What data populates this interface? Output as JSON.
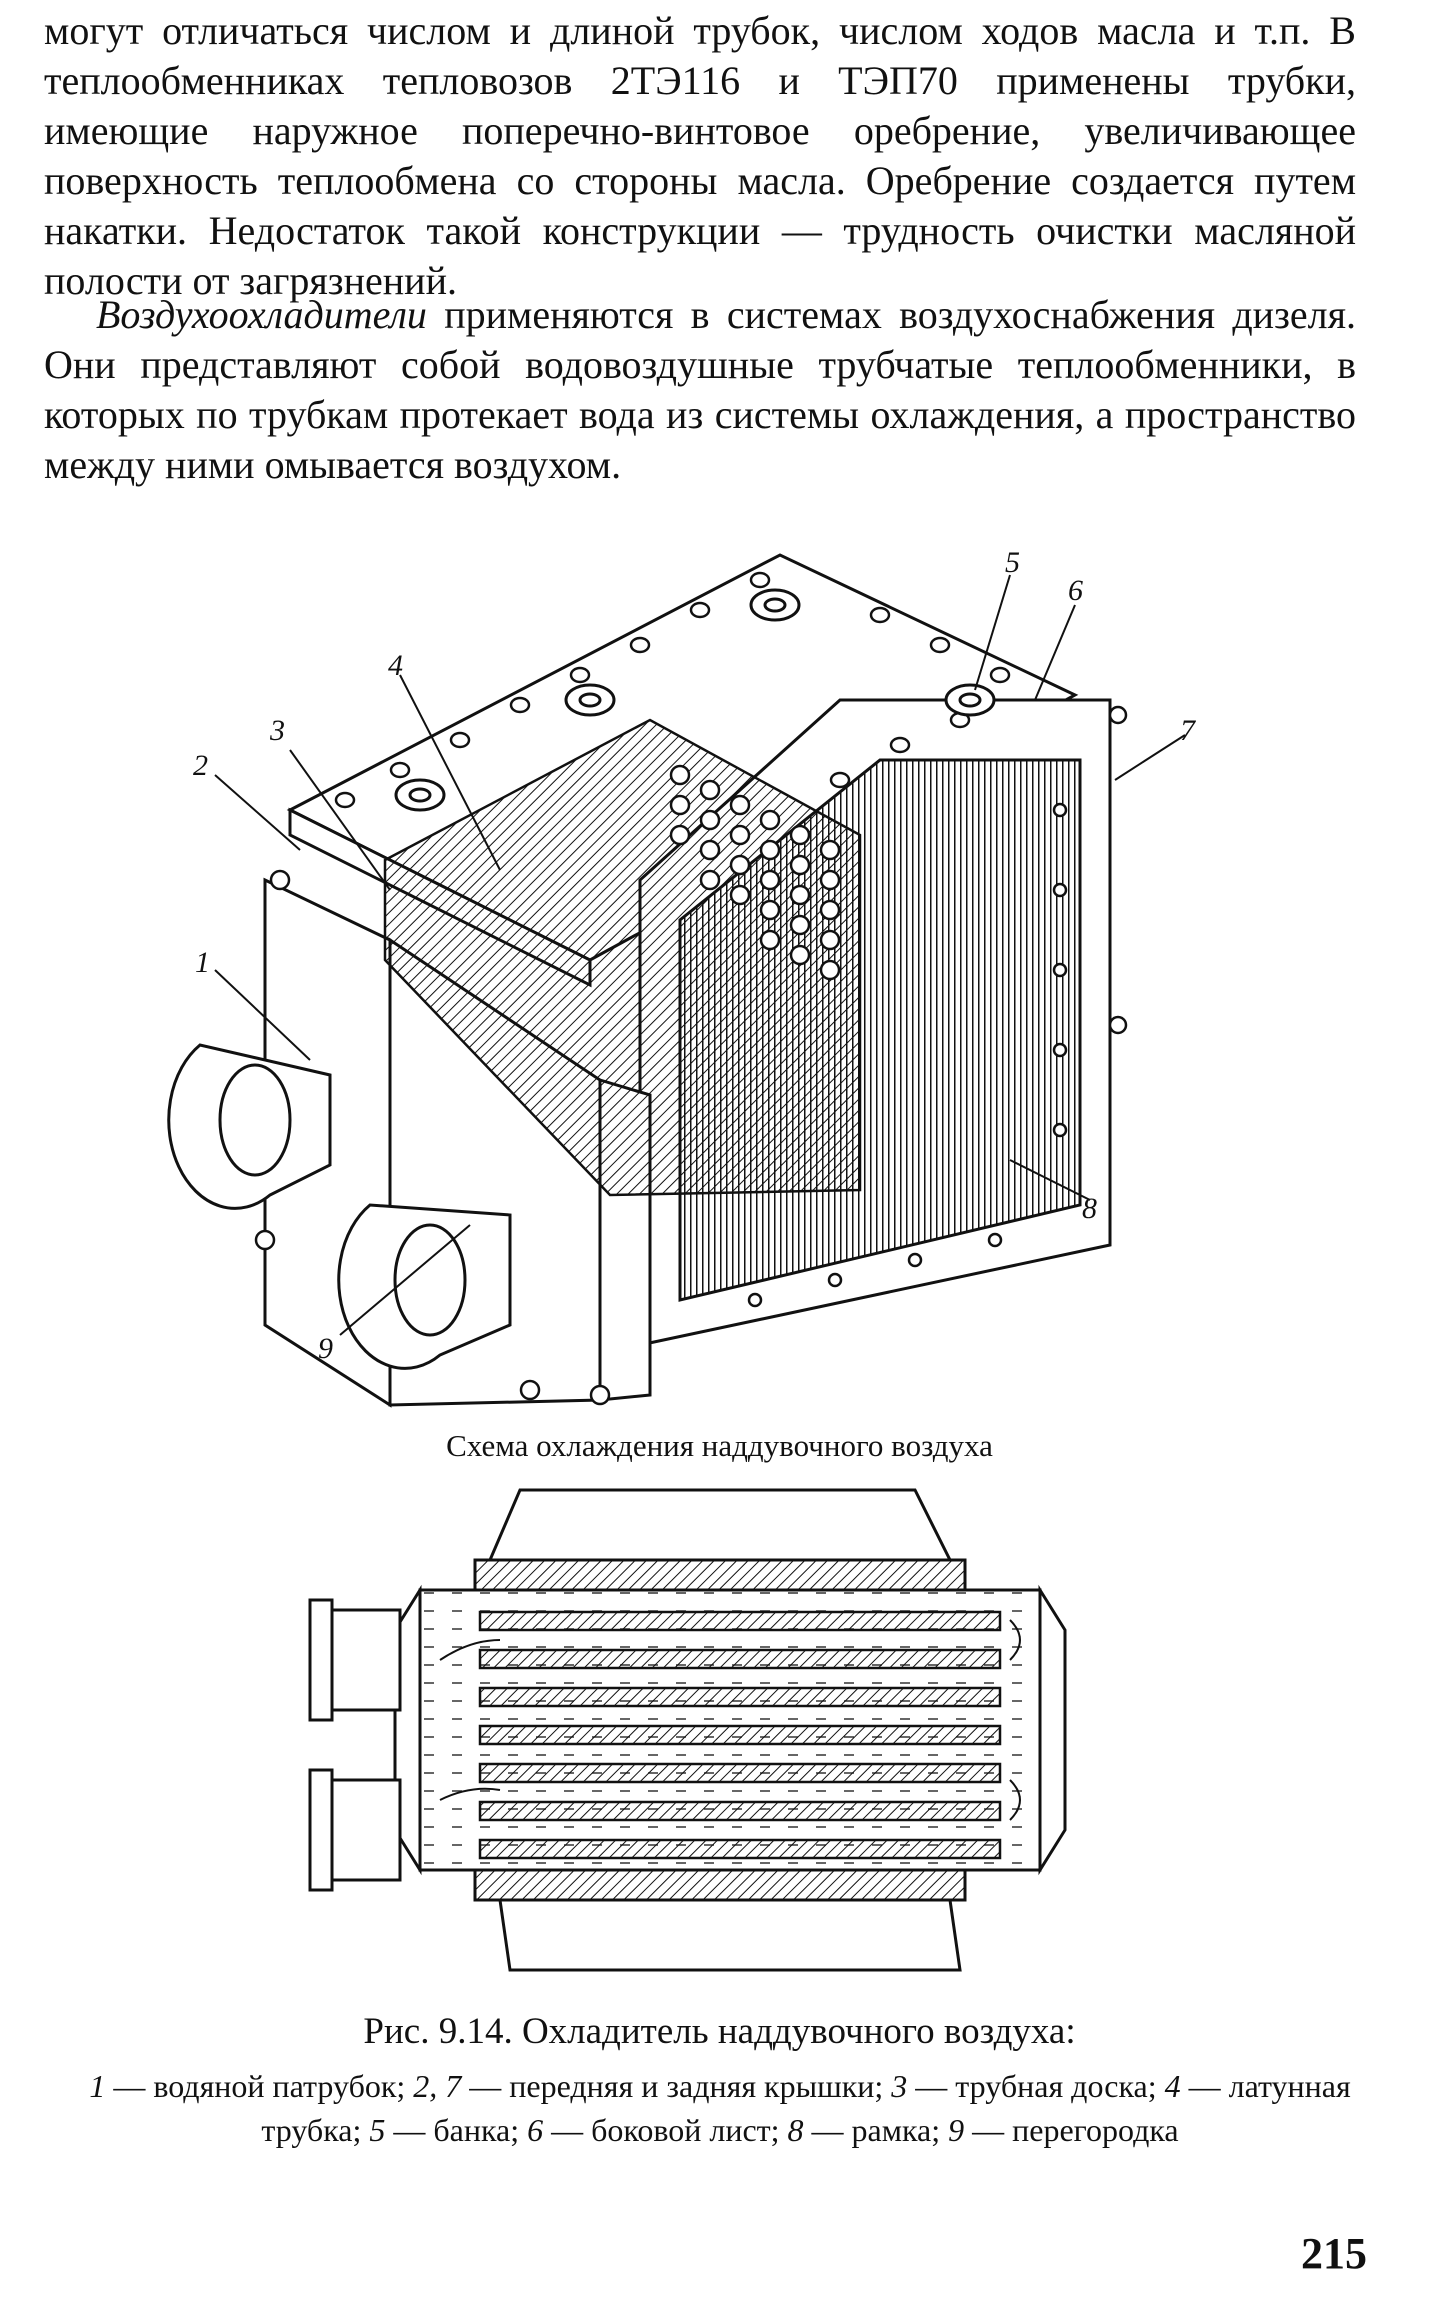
{
  "paragraphs": {
    "p1": "могут отличаться числом и длиной трубок, числом ходов масла и т.п. В теплообменниках тепловозов 2ТЭ116 и ТЭП70 применены трубки, имеющие наружное поперечно-винтовое оребрение, увеличивающее поверхность теплообмена со стороны масла. Оребрение создается путем накатки. Недостаток такой конструкции — трудность очистки масляной полости от загрязнений.",
    "p2_em": "Воздухоохладители",
    "p2_rest": " применяются в системах воздухоснабжения дизеля. Они представляют собой водовоздушные трубчатые теплообменники, в которых по трубкам протекает вода из системы охлаждения, а пространство между ними омывается воздухом."
  },
  "figure": {
    "labels": [
      "1",
      "2",
      "3",
      "4",
      "5",
      "6",
      "7",
      "8",
      "9"
    ],
    "schema_title": "Схема охлаждения наддувочного воздуха",
    "caption": "Рис. 9.14. Охладитель наддувочного воздуха:",
    "legend": [
      {
        "num": "1",
        "text": " — водяной патрубок; "
      },
      {
        "num": "2, 7",
        "text": " — передняя и задняя крышки; "
      },
      {
        "num": "3",
        "text": " — трубная доска; "
      },
      {
        "num": "4",
        "text": " — латунная трубка; "
      },
      {
        "num": "5",
        "text": " — банка; "
      },
      {
        "num": "6",
        "text": " — боковой лист; "
      },
      {
        "num": "8",
        "text": " — рамка; "
      },
      {
        "num": "9",
        "text": " — перегородка"
      }
    ]
  },
  "page_number": "215"
}
